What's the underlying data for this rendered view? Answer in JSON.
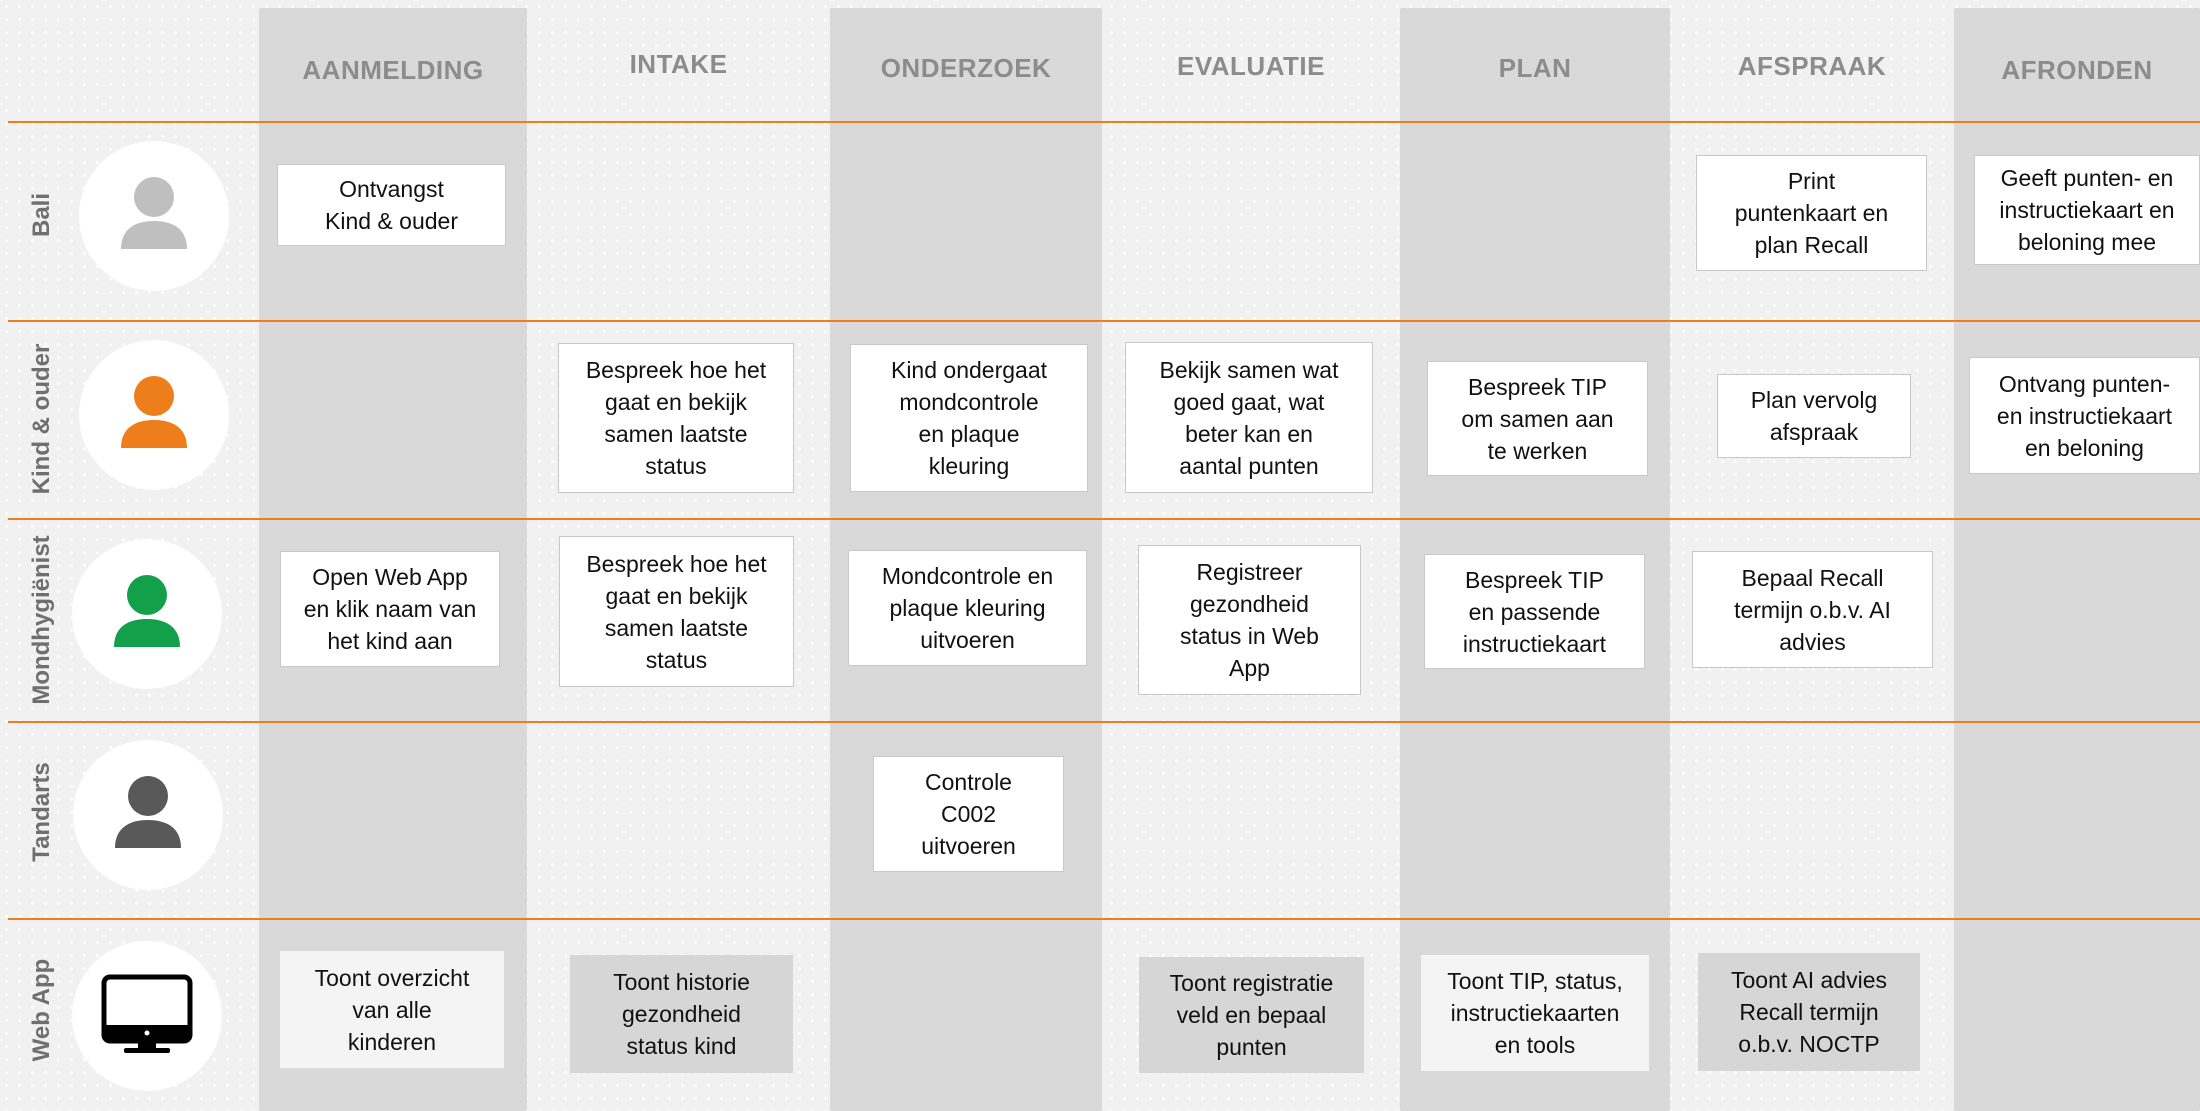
{
  "columns": [
    "AANMELDING",
    "INTAKE",
    "ONDERZOEK",
    "EVALUATIE",
    "PLAN",
    "AFSPRAAK",
    "AFRONDEN"
  ],
  "lanes": [
    "Bali",
    "Kind & ouder",
    "Mondhygiënist",
    "Tandarts",
    "Web App"
  ],
  "avatar_colors": {
    "bali": "#bfbfbf",
    "kind_ouder": "#ee7d1c",
    "mondhygienist": "#13a04a",
    "tandarts": "#595959",
    "line": "#ee7d1c"
  },
  "avatar_icons": [
    "person-icon",
    "person-icon",
    "person-icon",
    "person-icon",
    "monitor-icon"
  ],
  "cards": {
    "bali_aanmelding": "Ontvangst\nKind & ouder",
    "bali_afspraak": "Print\npuntenkaart en\nplan Recall",
    "bali_afronden": "Geeft punten- en\ninstructiekaart en\nbeloning mee",
    "kind_intake": "Bespreek hoe het\ngaat en bekijk\nsamen laatste\nstatus",
    "kind_onderzoek": "Kind ondergaat\nmondcontrole\nen plaque\nkleuring",
    "kind_evaluatie": "Bekijk samen wat\ngoed gaat, wat\nbeter kan en\naantal punten",
    "kind_plan": "Bespreek TIP\nom samen aan\nte werken",
    "kind_afspraak": "Plan vervolg\nafspraak",
    "kind_afronden": "Ontvang punten-\nen instructiekaart\nen beloning",
    "mh_aanmelding": "Open Web App\nen klik naam van\nhet kind aan",
    "mh_intake": "Bespreek hoe het\ngaat en bekijk\nsamen laatste\nstatus",
    "mh_onderzoek": "Mondcontrole en\nplaque kleuring\nuitvoeren",
    "mh_evaluatie": "Registreer\ngezondheid\nstatus in Web\nApp",
    "mh_plan": "Bespreek TIP\nen passende\ninstructiekaart",
    "mh_afspraak": "Bepaal Recall\ntermijn o.b.v. AI\nadvies",
    "tandarts_onderzoek": "Controle\nC002\nuitvoeren",
    "web_aanmelding": "Toont overzicht\nvan alle\nkinderen",
    "web_intake": "Toont historie\ngezondheid\nstatus kind",
    "web_evaluatie": "Toont registratie\nveld en bepaal\npunten",
    "web_plan": "Toont TIP, status,\ninstructiekaarten\nen tools",
    "web_afspraak": "Toont AI advies\nRecall termijn\no.b.v. NOCTP"
  }
}
